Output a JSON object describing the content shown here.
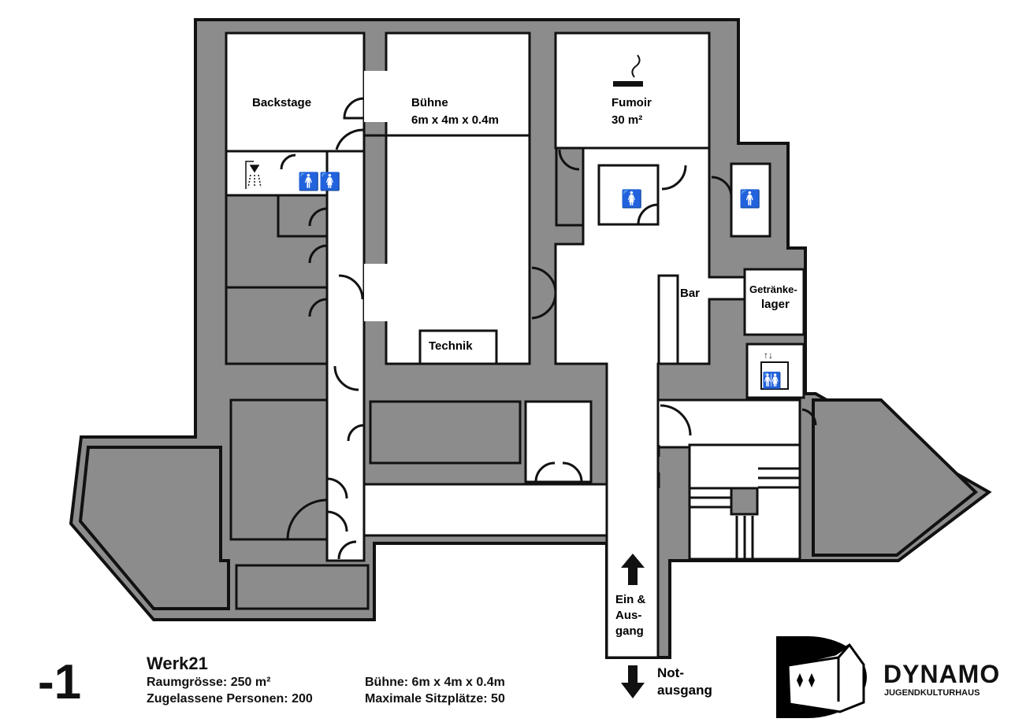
{
  "floor": "-1",
  "venue": {
    "name": "Werk21",
    "room_size": "Raumgrösse: 250 m²",
    "capacity": "Zugelassene Personen: 200",
    "stage": "Bühne: 6m x 4m x 0.4m",
    "seats": "Maximale Sitzplätze: 50"
  },
  "rooms": {
    "backstage": "Backstage",
    "stage_name": "Bühne",
    "stage_size": "6m x 4m x 0.4m",
    "fumoir": "Fumoir",
    "fumoir_size": "30 m²",
    "bar": "Bar",
    "storage_1": "Getränke-",
    "storage_2": "lager",
    "technik": "Technik"
  },
  "exits": {
    "main_1": "Ein &",
    "main_2": "Aus-",
    "main_3": "gang",
    "emergency_1": "Not-",
    "emergency_2": "ausgang"
  },
  "logo": {
    "name": "DYNAMO",
    "sub": "JUGENDKULTURHAUS"
  },
  "colors": {
    "wall": "#8c8c8c",
    "line": "#111111",
    "room": "#ffffff"
  },
  "icons": [
    "smoking-icon",
    "shower-icon",
    "toilet-icon",
    "elevator-icon",
    "arrow-up-icon",
    "arrow-down-icon"
  ]
}
